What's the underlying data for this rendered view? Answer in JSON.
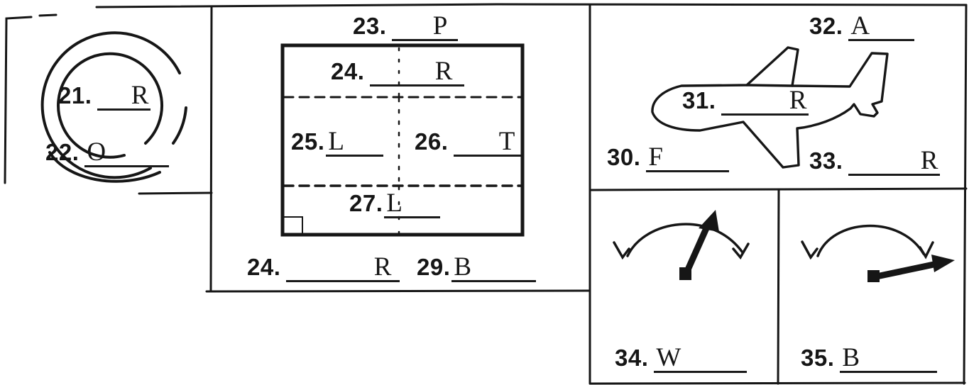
{
  "colors": {
    "ink": "#161616",
    "paper": "#ffffff"
  },
  "figures": {
    "circle": "concentric-circles-diagram",
    "court": "divided-rectangle-diagram",
    "airplane": "airplane-outline-diagram",
    "gauge_left": "gauge-needle-up-diagram",
    "gauge_right": "gauge-needle-right-diagram"
  },
  "items": {
    "q21": {
      "number": "21.",
      "letter": "R"
    },
    "q22": {
      "number": "22.",
      "letter": "O"
    },
    "q23": {
      "number": "23.",
      "letter": "P"
    },
    "q24": {
      "number": "24.",
      "letter": "R"
    },
    "q25": {
      "number": "25.",
      "letter": "L"
    },
    "q26": {
      "number": "26.",
      "letter": "T"
    },
    "q27": {
      "number": "27.",
      "letter": "L"
    },
    "q28": {
      "number": "24.",
      "letter": "R"
    },
    "q29": {
      "number": "29.",
      "letter": "B"
    },
    "q30": {
      "number": "30.",
      "letter": "F"
    },
    "q31": {
      "number": "31.",
      "letter": "R"
    },
    "q32": {
      "number": "32.",
      "letter": "A"
    },
    "q33": {
      "number": "33.",
      "letter": "R"
    },
    "q34": {
      "number": "34.",
      "letter": "W"
    },
    "q35": {
      "number": "35.",
      "letter": "B"
    }
  }
}
